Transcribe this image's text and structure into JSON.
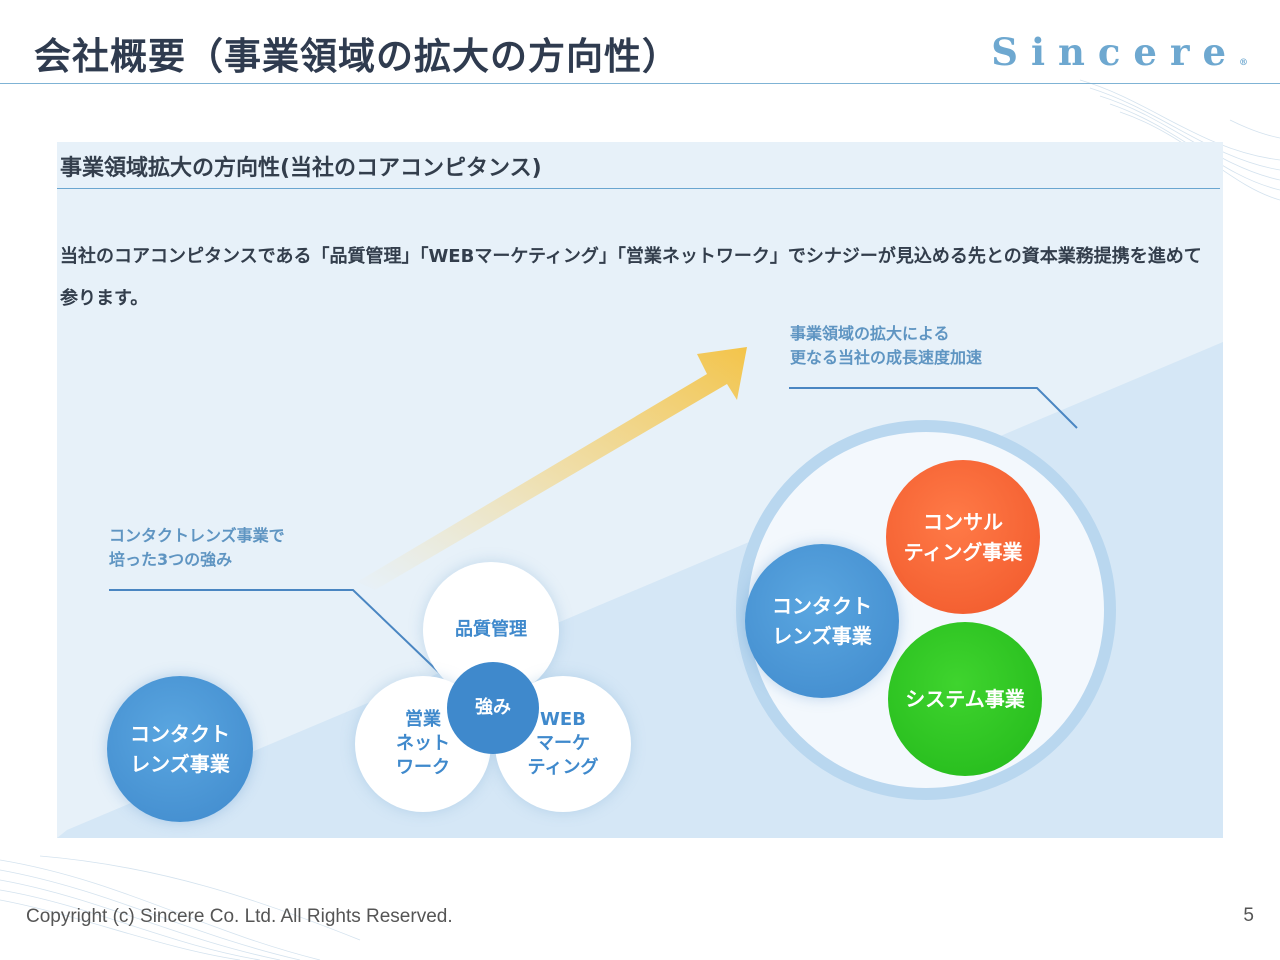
{
  "header": {
    "title": "会社概要（事業領域の拡大の方向性）",
    "logo_text": "Sincere",
    "logo_mark": "®"
  },
  "panel": {
    "heading": "事業領域拡大の方向性(当社のコアコンピタンス)",
    "description": "当社のコアコンピタンスである「品質管理」「WEBマーケティング」「営業ネットワーク」でシナジーが見込める先との資本業務提携を進めて参ります。"
  },
  "diagram": {
    "callout_left": "コンタクトレンズ事業で\n培った3つの強み",
    "callout_right": "事業領域の拡大による\n更なる当社の成長速度加速",
    "start_business": "コンタクト\nレンズ事業",
    "strengths": {
      "center": "強み",
      "quality": "品質管理",
      "sales": "営業\nネット\nワーク",
      "web": "WEB\nマーケ\nティング"
    },
    "future": {
      "contact": "コンタクト\nレンズ事業",
      "consulting": "コンサル\nティング事業",
      "system": "システム事業"
    }
  },
  "colors": {
    "accent_blue": "#3f89cc",
    "orange": "#f0572a",
    "green": "#22b81a",
    "arrow_yellow": "#f3c44a",
    "title_text": "#2f3b4f"
  },
  "footer": {
    "copyright": "Copyright (c) Sincere Co. Ltd. All Rights Reserved.",
    "page": "5"
  }
}
